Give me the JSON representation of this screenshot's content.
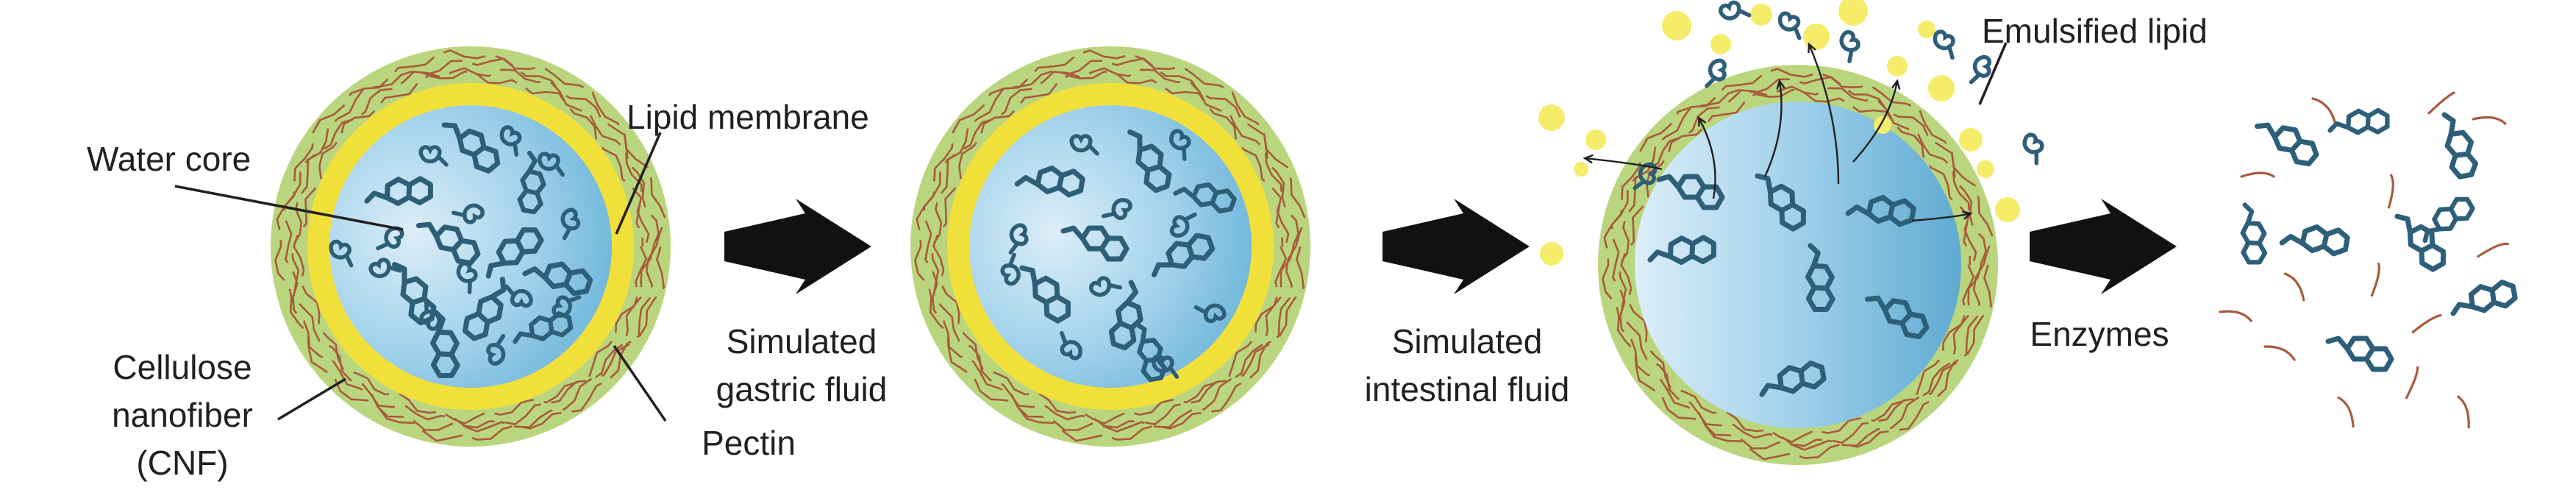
{
  "labels": {
    "water_core": "Water core",
    "lipid_membrane": "Lipid membrane",
    "cellulose_line1": "Cellulose",
    "cellulose_line2": "nanofiber",
    "cellulose_line3": "(CNF)",
    "pectin": "Pectin",
    "emulsified_lipid": "Emulsified lipid"
  },
  "steps": {
    "gastric_line1": "Simulated",
    "gastric_line2": "gastric fluid",
    "intestinal_line1": "Simulated",
    "intestinal_line2": "intestinal fluid",
    "enzymes": "Enzymes"
  },
  "colors": {
    "pectin_shell": "#b9d67e",
    "fiber": "#a85a3c",
    "lipid": "#f2e03a",
    "core_light": "#d8ecf6",
    "core_dark": "#68b3d8",
    "molecule": "#2e5f79",
    "droplet": "#f5ec6a",
    "arrow": "#111111",
    "text": "#231f20"
  },
  "icons": [
    "encapsulated-drug-molecule-icon",
    "lipid-droplet-icon",
    "fiber-fragment-icon",
    "process-arrow-icon"
  ]
}
